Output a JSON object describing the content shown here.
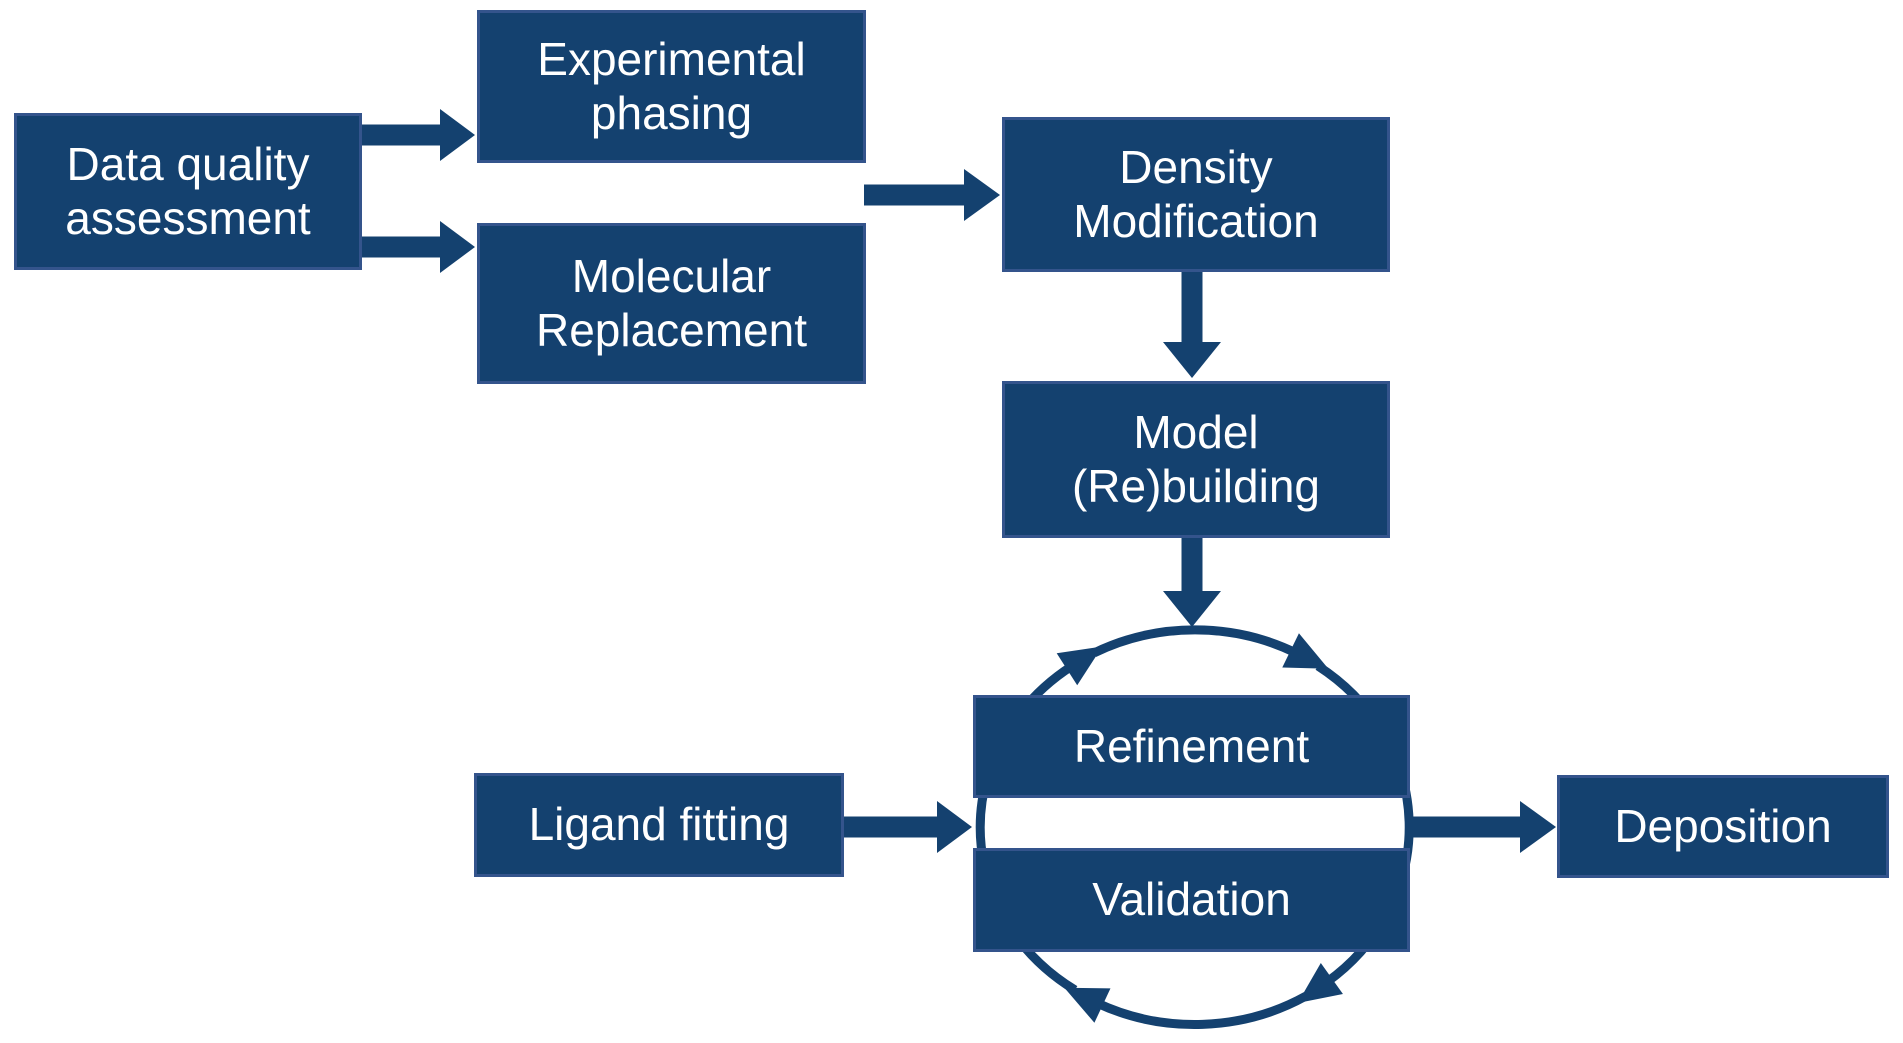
{
  "colors": {
    "node_fill": "#14416F",
    "node_border": "#34548C",
    "arrow": "#14416F",
    "text": "#FFFFFF",
    "background": "#FFFFFF"
  },
  "nodes": {
    "data_quality": {
      "lines": [
        "Data quality",
        "assessment"
      ]
    },
    "experimental_phasing": {
      "lines": [
        "Experimental",
        "phasing"
      ]
    },
    "molecular_replacement": {
      "lines": [
        "Molecular",
        "Replacement"
      ]
    },
    "density_modification": {
      "lines": [
        "Density",
        "Modification"
      ]
    },
    "model_rebuilding": {
      "lines": [
        "Model",
        "(Re)building"
      ]
    },
    "refinement": {
      "lines": [
        "Refinement"
      ]
    },
    "validation": {
      "lines": [
        "Validation"
      ]
    },
    "ligand_fitting": {
      "lines": [
        "Ligand fitting"
      ]
    },
    "deposition": {
      "lines": [
        "Deposition"
      ]
    }
  },
  "edges": [
    {
      "from": "data_quality",
      "to": "experimental_phasing"
    },
    {
      "from": "data_quality",
      "to": "molecular_replacement"
    },
    {
      "from": "phasing_group",
      "to": "density_modification"
    },
    {
      "from": "density_modification",
      "to": "model_rebuilding"
    },
    {
      "from": "model_rebuilding",
      "to": "refinement_validation_cycle"
    },
    {
      "from": "ligand_fitting",
      "to": "refinement_validation_cycle"
    },
    {
      "from": "refinement_validation_cycle",
      "to": "deposition"
    }
  ],
  "cycle": {
    "between": [
      "refinement",
      "validation"
    ],
    "direction": "clockwise",
    "arrowhead_count": 4
  }
}
